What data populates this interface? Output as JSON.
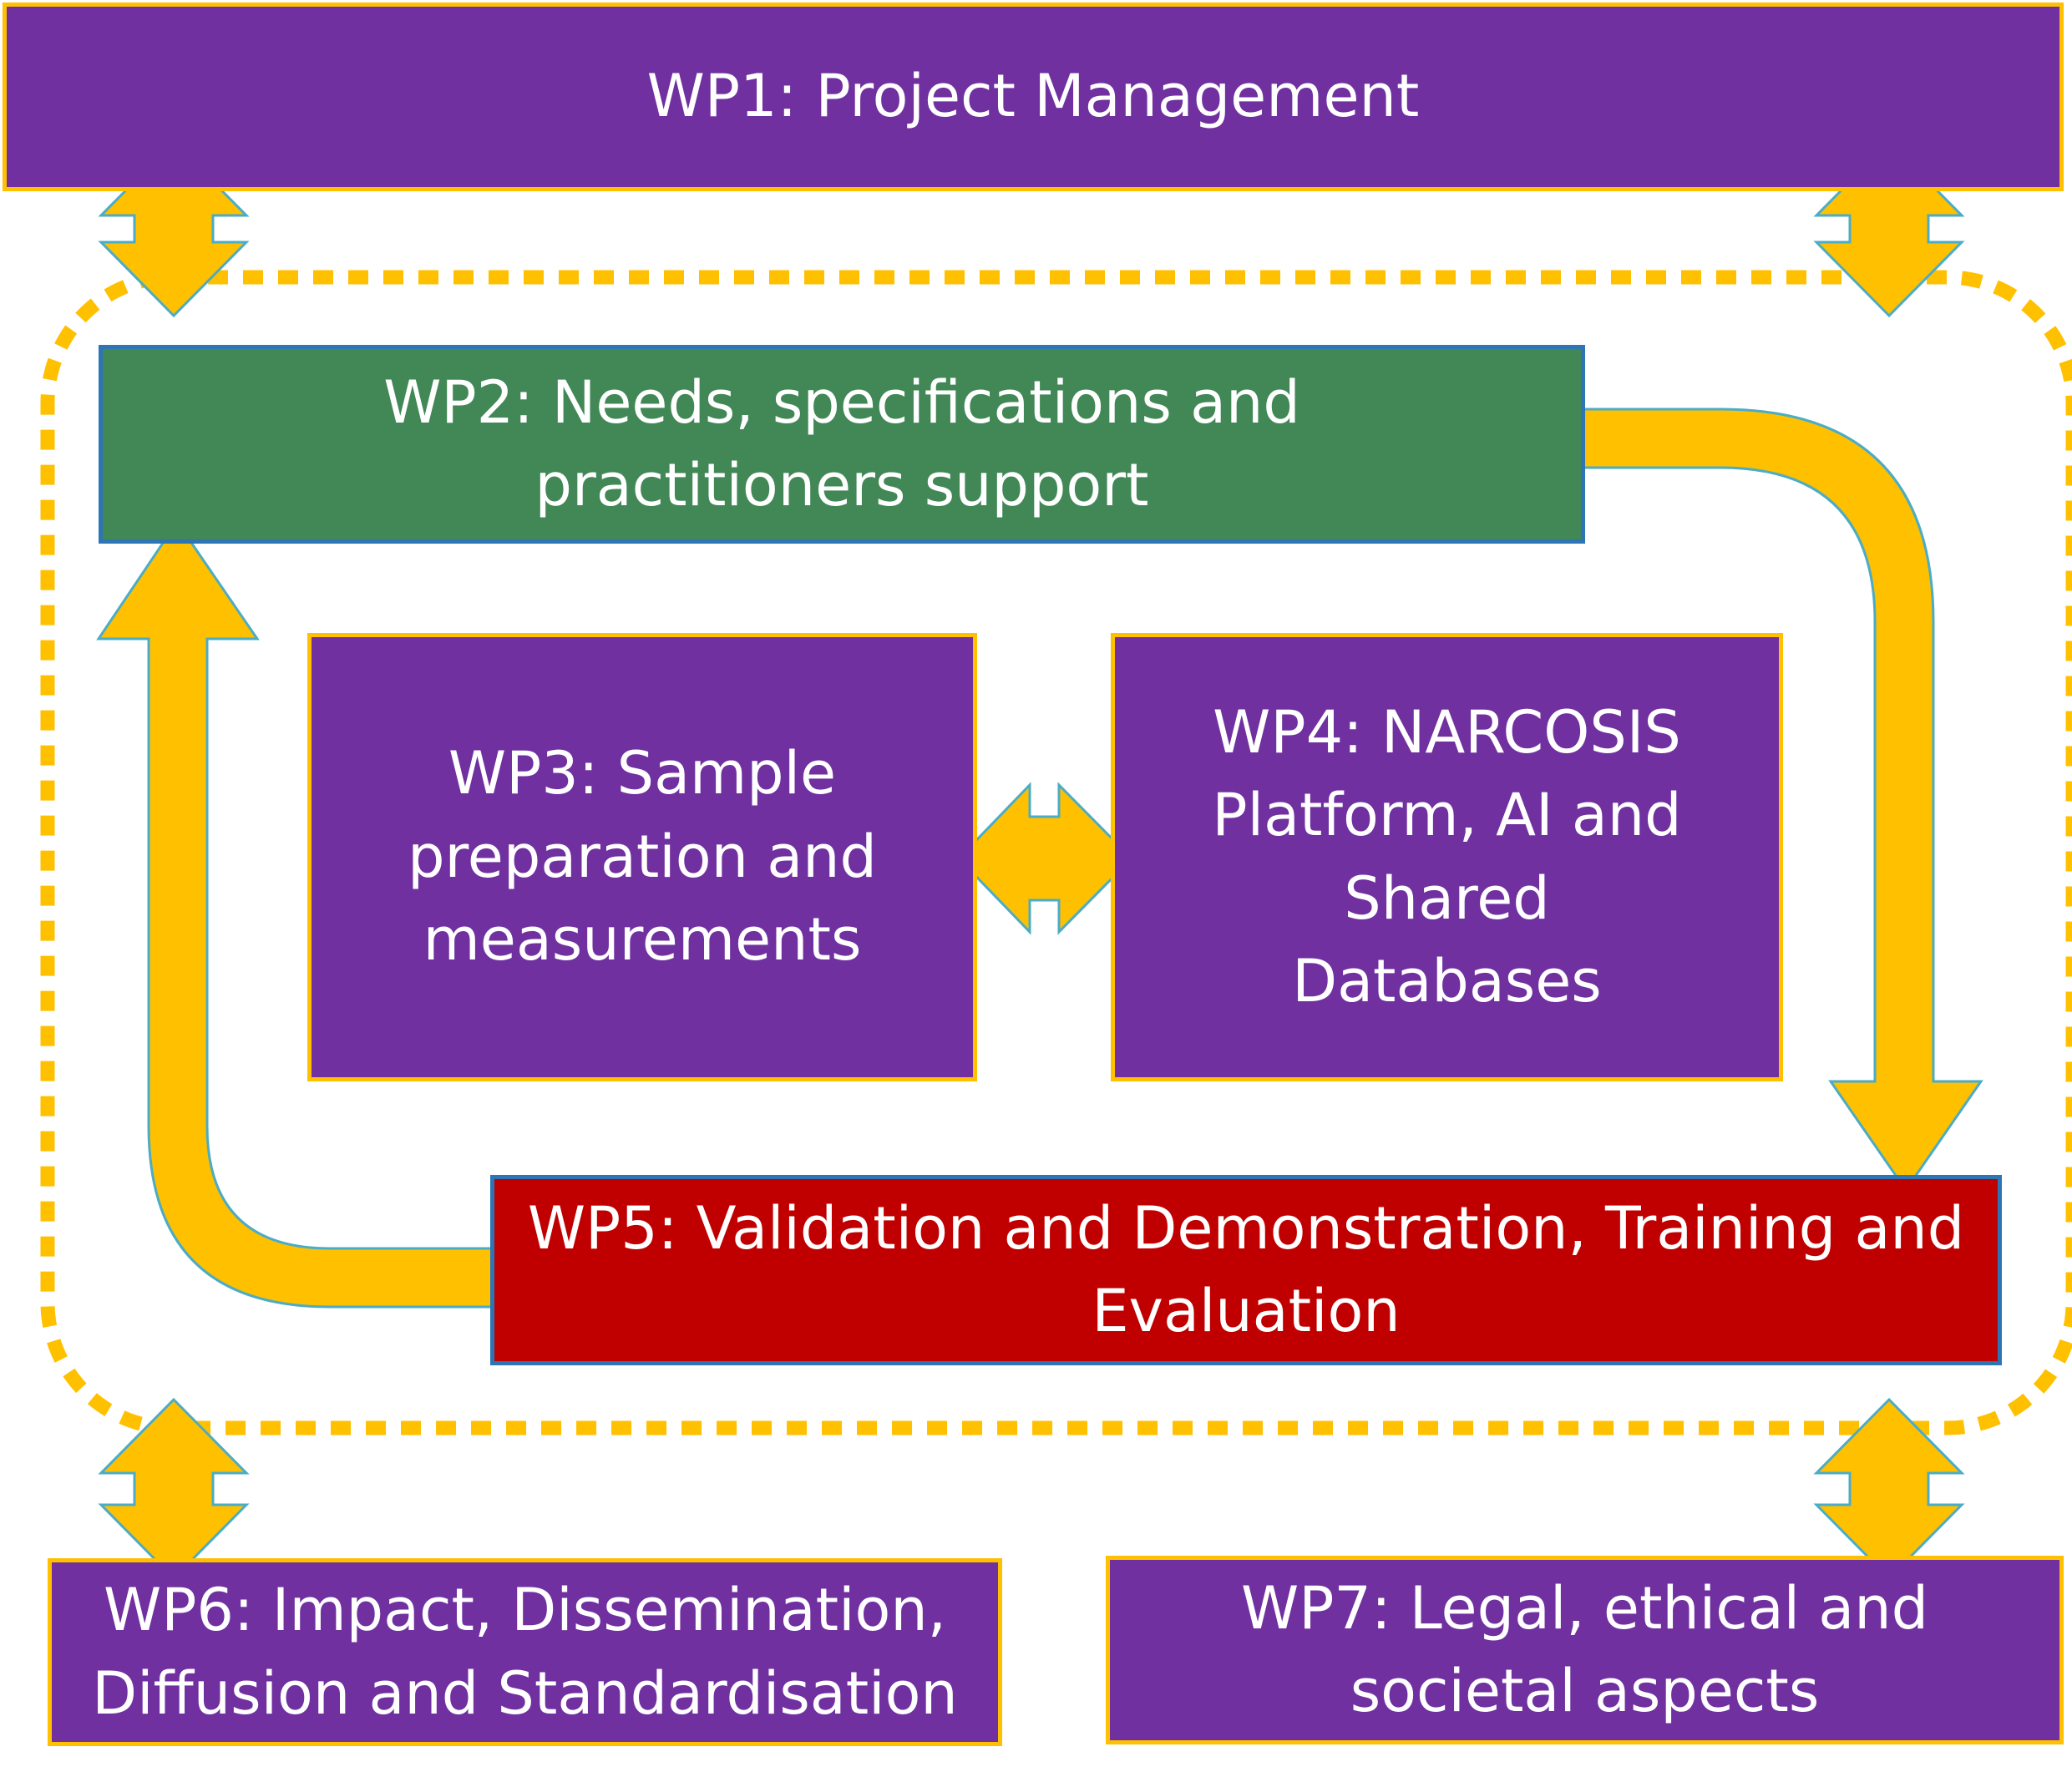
{
  "colors": {
    "purple": "#7030A0",
    "green": "#418856",
    "red": "#C00000",
    "arrow_yellow": "#FFC000",
    "arrow_outline": "#4BACC6"
  },
  "work_packages": {
    "wp1": "WP1: Project Management",
    "wp2": "WP2: Needs, specifications and practitioners support",
    "wp3": "WP3: Sample preparation and measurements",
    "wp4": "WP4: NARCOSIS Platform, AI and Shared Databases",
    "wp5": "WP5: Validation and Demonstration, Training and Evaluation",
    "wp6": "WP6: Impact, Dissemination, Diffusion and Standardisation",
    "wp7": "WP7: Legal, ethical and societal aspects"
  }
}
